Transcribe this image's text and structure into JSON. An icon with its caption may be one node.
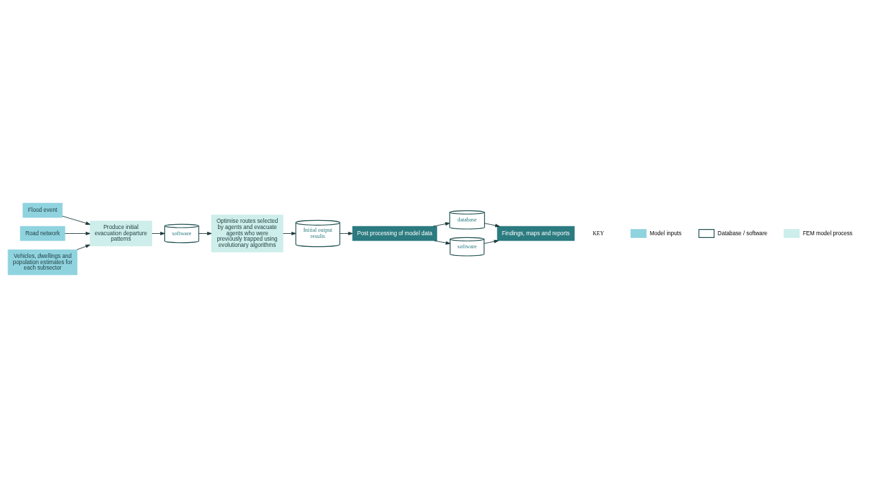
{
  "diagram": {
    "nodes": [
      {
        "text": [
          "Flood event"
        ]
      },
      {
        "text": [
          "Road network"
        ]
      },
      {
        "text": [
          "Vehicles, dwellings and population estimates for each subsector"
        ]
      },
      {
        "text": [
          "Produce initial evacuation departure patterns"
        ]
      },
      {
        "text": [
          "software"
        ]
      },
      {
        "text": [
          "Optimise routes selected by agents and evacuate agents who were previously trapped using evolutionary algorithms"
        ]
      },
      {
        "text": [
          "Initial output results"
        ]
      },
      {
        "text": [
          "Post processing of model data"
        ]
      },
      {
        "text": [
          "database"
        ]
      },
      {
        "text": [
          "software"
        ]
      },
      {
        "text": [
          "Findings, maps and reports"
        ]
      }
    ],
    "edges": [
      {
        "from": 0,
        "to": 3,
        "arrow": "to"
      },
      {
        "from": 1,
        "to": 3,
        "arrow": "to"
      },
      {
        "from": 2,
        "to": 3,
        "arrow": "to"
      },
      {
        "from": 3,
        "to": 4,
        "arrow": "to"
      },
      {
        "from": 4,
        "to": 5,
        "arrow": "to"
      },
      {
        "from": 5,
        "to": 6,
        "arrow": "to"
      },
      {
        "from": 6,
        "to": 7,
        "arrow": "to"
      },
      {
        "from": 7,
        "to": 8,
        "arrow": "to"
      },
      {
        "from": 7,
        "to": 9,
        "arrow": "to"
      },
      {
        "from": 8,
        "to": 10,
        "arrow": "to"
      },
      {
        "from": 9,
        "to": 10,
        "arrow": "to"
      }
    ],
    "labels": [
      "KEY"
    ],
    "legend": [
      {
        "text": "Model inputs",
        "color": "#8fd3df"
      },
      {
        "text": "Database / software"
      },
      {
        "text": "FEM model process",
        "color": "#cdeeea"
      }
    ]
  }
}
